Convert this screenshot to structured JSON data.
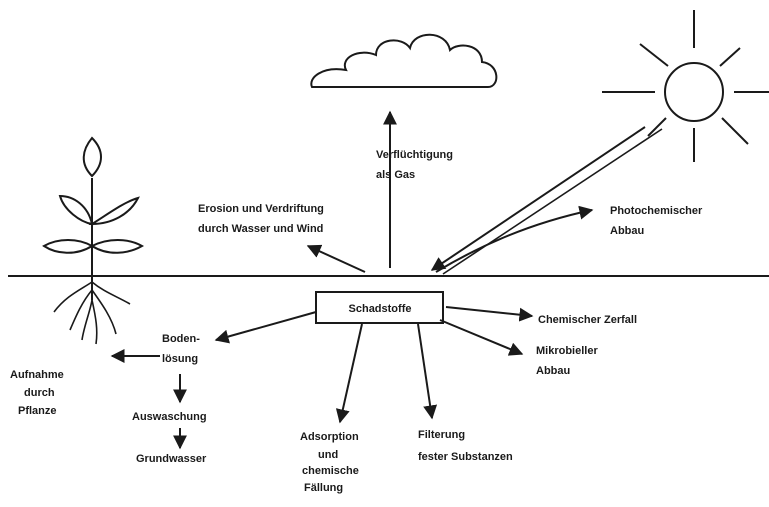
{
  "labels": {
    "fate_gas": [
      "Verflüchtigung",
      "als Gas"
    ],
    "erosion": [
      "Erosion und Verdriftung",
      "durch Wasser und Wind"
    ],
    "photo": [
      "Photochemischer",
      "Abbau"
    ],
    "center": "Schadstoffe",
    "chem": "Chemischer Zerfall",
    "micro": [
      "Mikrobieller",
      "Abbau"
    ],
    "boden": [
      "Boden-",
      "lösung"
    ],
    "uptake": [
      "Aufnahme",
      "durch",
      "Pflanze"
    ],
    "wash": "Auswaschung",
    "ground": "Grundwasser",
    "adsorb": [
      "Adsorption",
      "und",
      "chemische",
      "Fällung"
    ],
    "filter": [
      "Filterung",
      "fester Substanzen"
    ]
  }
}
